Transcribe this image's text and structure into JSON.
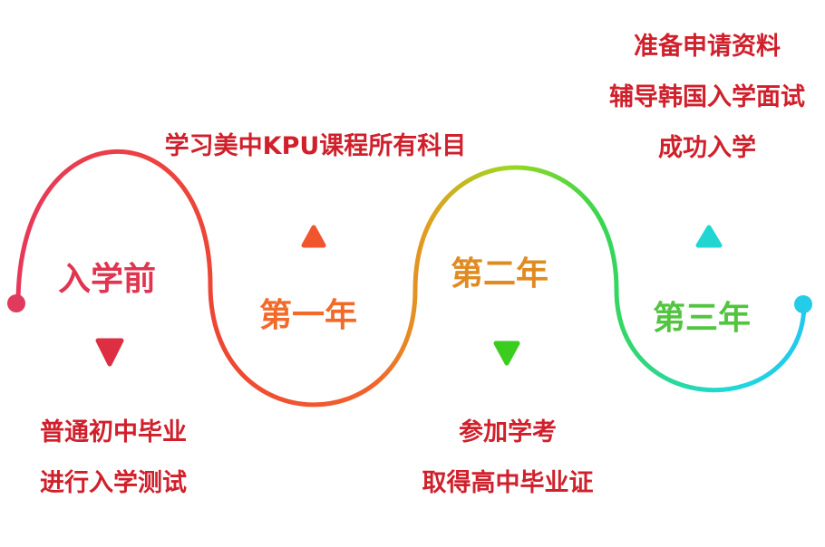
{
  "colors": {
    "text": "#d0202c",
    "wave_gradient": [
      "#e8385a",
      "#ee4733",
      "#f2622c",
      "#e0a020",
      "#9fd620",
      "#38d650",
      "#1fd9d9",
      "#23c8ee"
    ],
    "pre": "#e03450",
    "year1": "#f26a2a",
    "year2_left": "#f08020",
    "year2_right": "#4cc832",
    "year3_left": "#5fc636",
    "year3_right": "#2ec8c8"
  },
  "stages": {
    "pre": "入学前",
    "year1": "第一年",
    "year2": "第二年",
    "year3": "第三年"
  },
  "notes": {
    "pre": [
      "普通初中毕业",
      "进行入学测试"
    ],
    "year1": [
      "学习美中KPU课程所有科目"
    ],
    "year2": [
      "参加学考",
      "取得高中毕业证"
    ],
    "year3": [
      "准备申请资料",
      "辅导韩国入学面试",
      "成功入学"
    ]
  },
  "markers": {
    "pre_triangle": "triangle-down-icon",
    "year1_triangle": "triangle-up-icon",
    "year2_triangle": "triangle-down-icon",
    "year3_triangle": "triangle-up-icon"
  }
}
